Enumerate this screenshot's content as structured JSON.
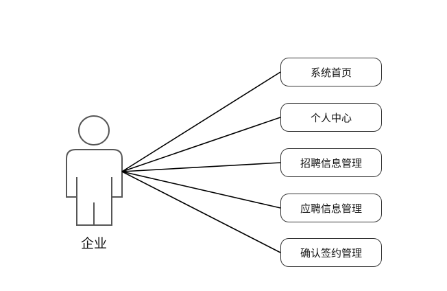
{
  "actor": {
    "label": "企业"
  },
  "use_cases": [
    {
      "label": "系统首页"
    },
    {
      "label": "个人中心"
    },
    {
      "label": "招聘信息管理"
    },
    {
      "label": "应聘信息管理"
    },
    {
      "label": "确认签约管理"
    }
  ]
}
